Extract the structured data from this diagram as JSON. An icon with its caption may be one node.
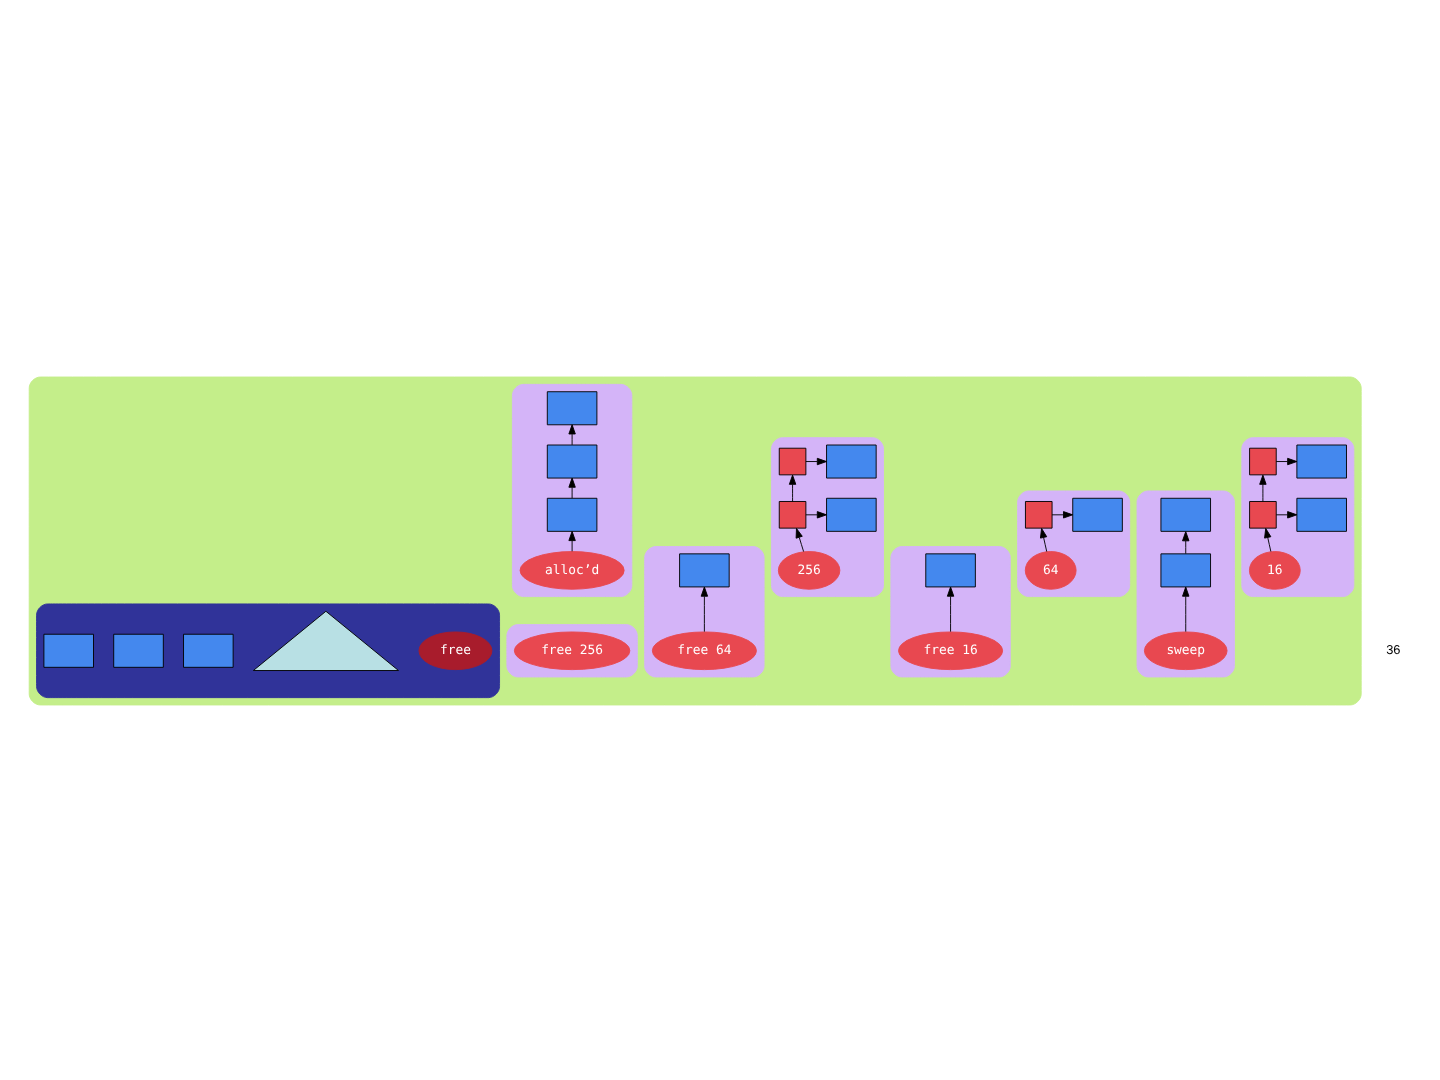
{
  "diagram": {
    "nodes": [
      {
        "text": [],
        "shape": "box"
      },
      {
        "text": [],
        "shape": "box",
        "in": 0
      },
      {
        "text": [],
        "shape": "box",
        "in": 1
      },
      {
        "text": [],
        "shape": "box",
        "in": 1
      },
      {
        "text": [],
        "shape": "box",
        "in": 1
      },
      {
        "text": [],
        "shape": "box",
        "in": 1
      },
      {
        "text": [
          "16"
        ],
        "in": 1
      },
      {
        "text": [],
        "shape": "box",
        "in": 0
      },
      {
        "text": [],
        "shape": "box",
        "in": 7
      },
      {
        "text": [],
        "shape": "box",
        "in": 7
      },
      {
        "text": [
          "64"
        ],
        "in": 7
      },
      {
        "text": [],
        "shape": "box",
        "in": 0
      },
      {
        "text": [],
        "shape": "box",
        "in": 11
      },
      {
        "text": [],
        "shape": "box",
        "in": 11
      },
      {
        "text": [],
        "shape": "box",
        "in": 11
      },
      {
        "text": [],
        "shape": "box",
        "in": 11
      },
      {
        "text": [
          "256"
        ],
        "in": 11
      },
      {
        "text": [],
        "shape": "box",
        "in": 0
      },
      {
        "text": [],
        "shape": "box",
        "in": 17
      },
      {
        "text": [],
        "shape": "box",
        "in": 17
      },
      {
        "text": [],
        "shape": "box",
        "in": 17
      },
      {
        "text": [
          "alloc’d"
        ],
        "in": 17
      },
      {
        "text": [],
        "shape": "box",
        "in": 0
      },
      {
        "text": [],
        "shape": "box",
        "in": 22
      },
      {
        "text": [],
        "shape": "box",
        "in": 22
      },
      {
        "text": [
          "sweep"
        ],
        "in": 22
      },
      {
        "text": [],
        "shape": "box",
        "in": 0
      },
      {
        "text": [],
        "shape": "box",
        "in": 26
      },
      {
        "text": [
          "free 16"
        ],
        "in": 26
      },
      {
        "text": [],
        "shape": "box",
        "in": 0
      },
      {
        "text": [],
        "shape": "box",
        "in": 29
      },
      {
        "text": [
          "free 64"
        ],
        "in": 29
      },
      {
        "text": [],
        "shape": "box",
        "in": 0
      },
      {
        "text": [
          "free 256"
        ],
        "in": 32
      },
      {
        "text": [],
        "shape": "box",
        "in": 0
      },
      {
        "text": [
          "free"
        ],
        "in": 34
      },
      {
        "text": [],
        "shape": "triangle",
        "in": 34
      },
      {
        "text": [],
        "shape": "box",
        "in": 34
      },
      {
        "text": [],
        "shape": "box",
        "in": 34
      },
      {
        "text": [],
        "shape": "box",
        "in": 34
      }
    ],
    "edges": [
      {
        "from": 6,
        "to": 4,
        "arrow": "to"
      },
      {
        "from": 4,
        "to": 2,
        "arrow": "to"
      },
      {
        "from": 2,
        "to": 3,
        "arrow": "to"
      },
      {
        "from": 4,
        "to": 5,
        "arrow": "to"
      },
      {
        "from": 10,
        "to": 8,
        "arrow": "to"
      },
      {
        "from": 8,
        "to": 9,
        "arrow": "to"
      },
      {
        "from": 16,
        "to": 14,
        "arrow": "to"
      },
      {
        "from": 14,
        "to": 12,
        "arrow": "to"
      },
      {
        "from": 12,
        "to": 13,
        "arrow": "to"
      },
      {
        "from": 14,
        "to": 15,
        "arrow": "to"
      },
      {
        "from": 21,
        "to": 20,
        "arrow": "to"
      },
      {
        "from": 20,
        "to": 19,
        "arrow": "to"
      },
      {
        "from": 19,
        "to": 18,
        "arrow": "to"
      },
      {
        "from": 25,
        "to": 24,
        "arrow": "to"
      },
      {
        "from": 24,
        "to": 23,
        "arrow": "to"
      },
      {
        "from": 28,
        "to": 27,
        "arrow": "to"
      },
      {
        "from": 31,
        "to": 30,
        "arrow": "to"
      }
    ],
    "labels": [
      "36"
    ]
  }
}
